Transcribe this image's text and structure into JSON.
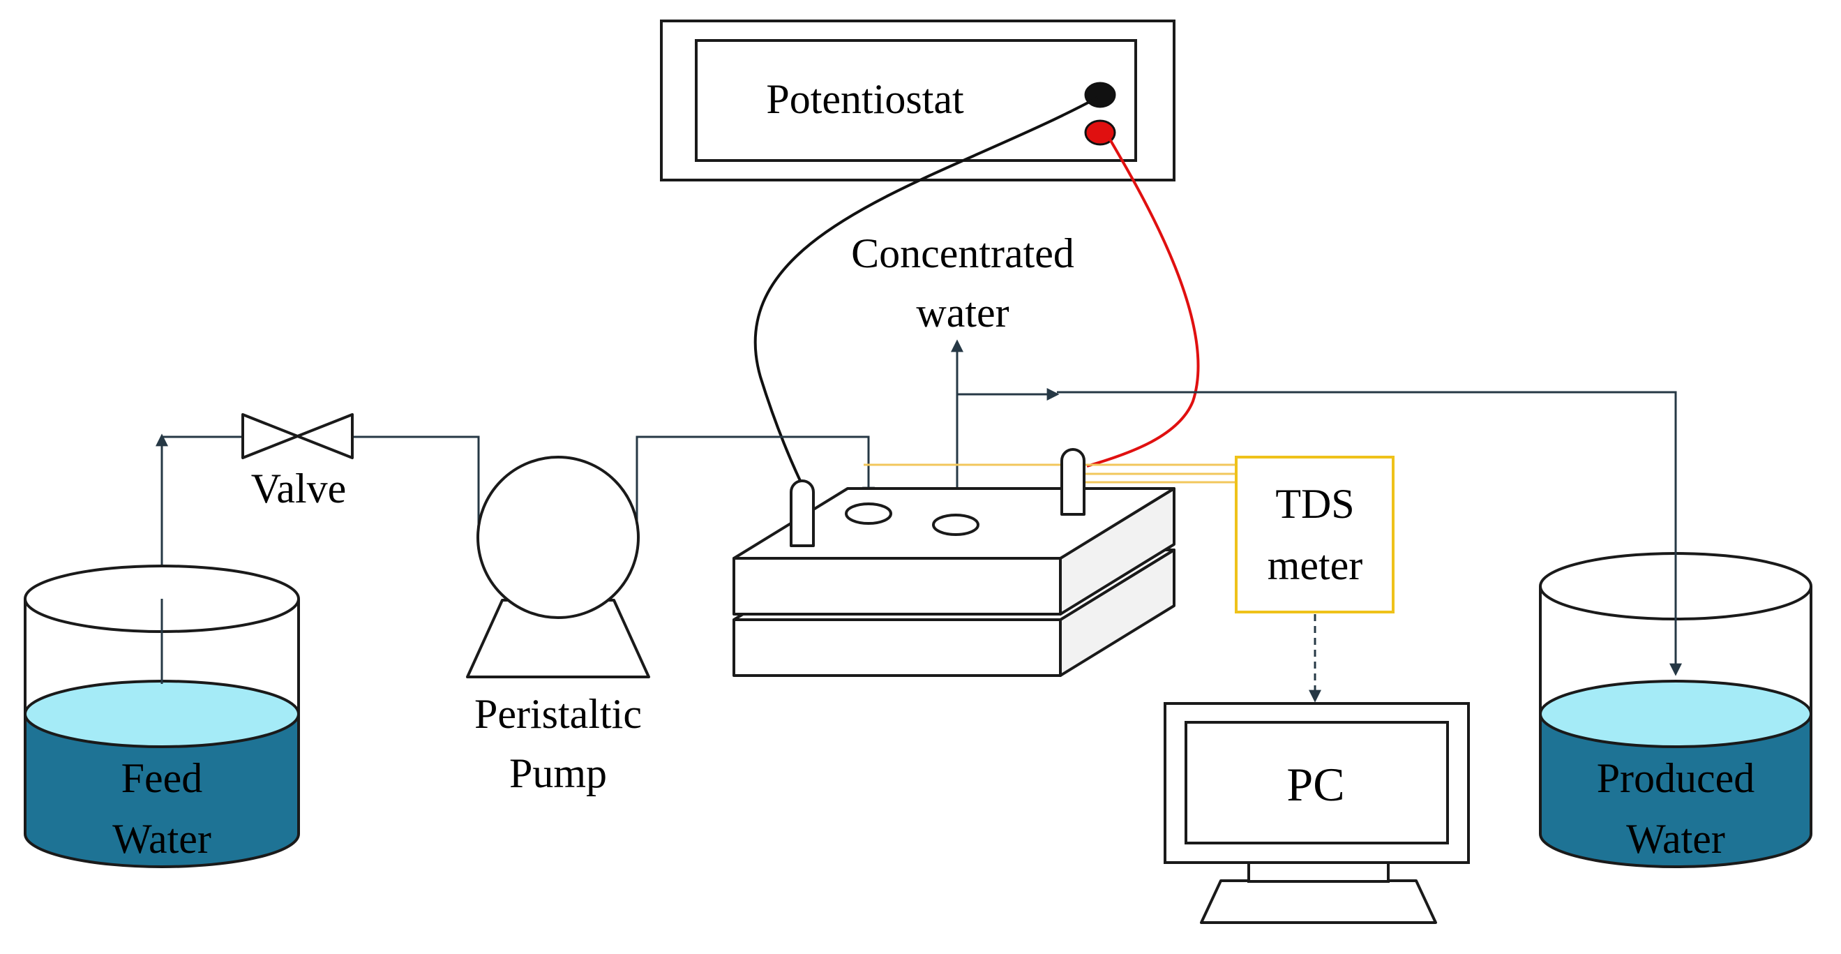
{
  "labels": {
    "potentiostat": "Potentiostat",
    "concentrated_line1": "Concentrated",
    "concentrated_line2": "water",
    "valve": "Valve",
    "pump_line1": "Peristaltic",
    "pump_line2": "Pump",
    "tds_line1": "TDS",
    "tds_line2": "meter",
    "pc": "PC",
    "feed_line1": "Feed",
    "feed_line2": "Water",
    "produced_line1": "Produced",
    "produced_line2": "Water"
  },
  "colors": {
    "outline": "#1a1a1a",
    "pipe": "#263845",
    "water_top": "#a5ebf7",
    "water_body": "#1e7395",
    "positive_lead": "#e01010",
    "negative_lead": "#111111",
    "tds_border": "#efc21a",
    "tds_wire": "#f2c75c",
    "cell_side": "#f2f2f2"
  }
}
